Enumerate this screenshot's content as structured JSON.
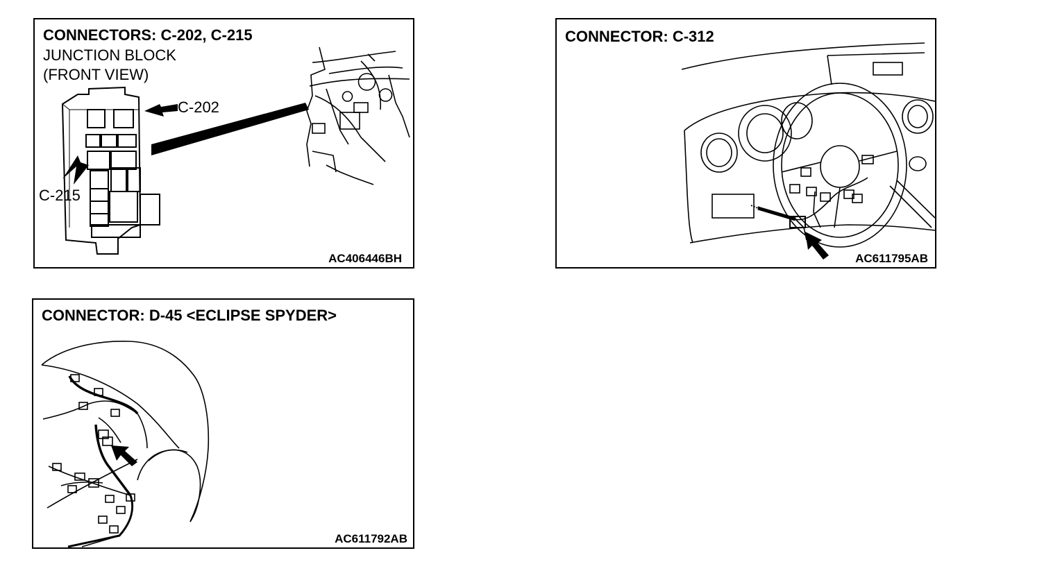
{
  "panels": [
    {
      "title": "CONNECTORS: C-202, C-215",
      "subtitle_line1": "JUNCTION BLOCK",
      "subtitle_line2": "(FRONT VIEW)",
      "callouts": [
        "C-202",
        "C-215"
      ],
      "code": "AC406446BH"
    },
    {
      "title": "CONNECTOR: C-312",
      "code": "AC611795AB"
    },
    {
      "title": "CONNECTOR: D-45 <ECLIPSE SPYDER>",
      "code": "AC611792AB"
    }
  ]
}
